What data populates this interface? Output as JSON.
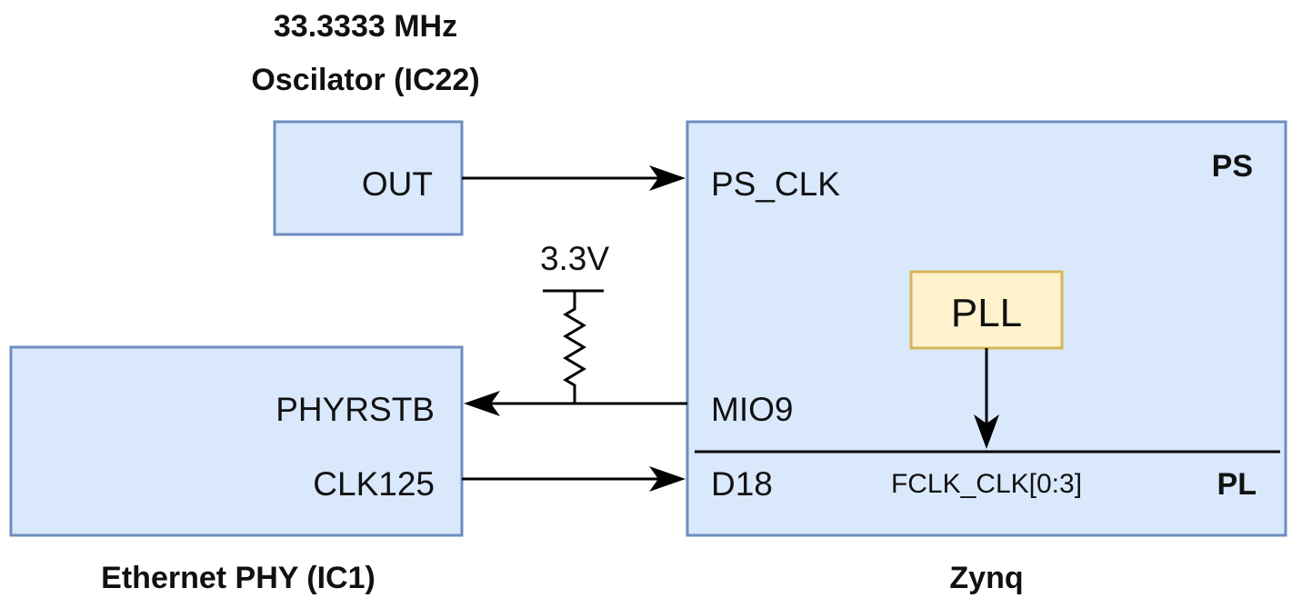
{
  "oscillator": {
    "title_line1": "33.3333 MHz",
    "title_line2": "Oscilator (IC22)",
    "pin_out": "OUT"
  },
  "zynq": {
    "title": "Zynq",
    "ps_label": "PS",
    "pl_label": "PL",
    "pin_ps_clk": "PS_CLK",
    "pin_mio9": "MIO9",
    "pin_d18": "D18",
    "pll_label": "PLL",
    "fclk_label": "FCLK_CLK[0:3]"
  },
  "phy": {
    "title": "Ethernet PHY (IC1)",
    "pin_phyrstb": "PHYRSTB",
    "pin_clk125": "CLK125"
  },
  "pullup": {
    "voltage": "3.3V"
  },
  "colors": {
    "block_fill": "#dae8fc",
    "block_stroke": "#6c8ebf",
    "pll_fill": "#fff2cc",
    "pll_stroke": "#d6b656"
  }
}
